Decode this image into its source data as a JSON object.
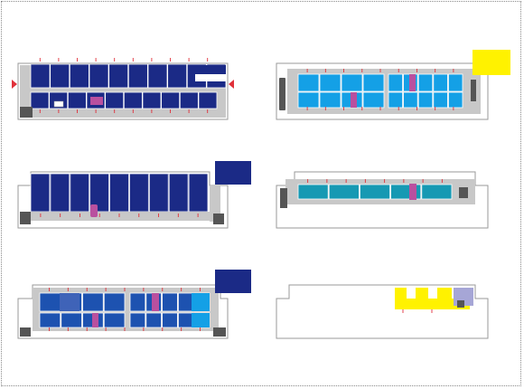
{
  "colors": {
    "navy": "#1b2a86",
    "royal": "#1d52b0",
    "sky": "#14a0e6",
    "teal": "#1699b3",
    "magenta": "#b9509f",
    "yellow": "#fff200",
    "lavender": "#a6a6d6",
    "corridor": "#c8c8c8",
    "wall": "#9a9a9a",
    "dark_block": "#555555",
    "marker": "#e0313a"
  },
  "legend_swatches": [
    {
      "color_key": "yellow"
    },
    {
      "color_key": "navy"
    },
    {
      "color_key": "navy"
    },
    {
      "color_key": "navy"
    }
  ],
  "floor_plans": [
    {
      "id": "plan-1",
      "scheme": "navy-rooms-both-sides"
    },
    {
      "id": "plan-2",
      "scheme": "sky-rooms-two-wings"
    },
    {
      "id": "plan-3",
      "scheme": "navy-rooms-one-side"
    },
    {
      "id": "plan-4",
      "scheme": "teal-rooms-one-side"
    },
    {
      "id": "plan-5",
      "scheme": "mixed-blue-rooms"
    },
    {
      "id": "plan-6",
      "scheme": "yellow-partial"
    }
  ]
}
